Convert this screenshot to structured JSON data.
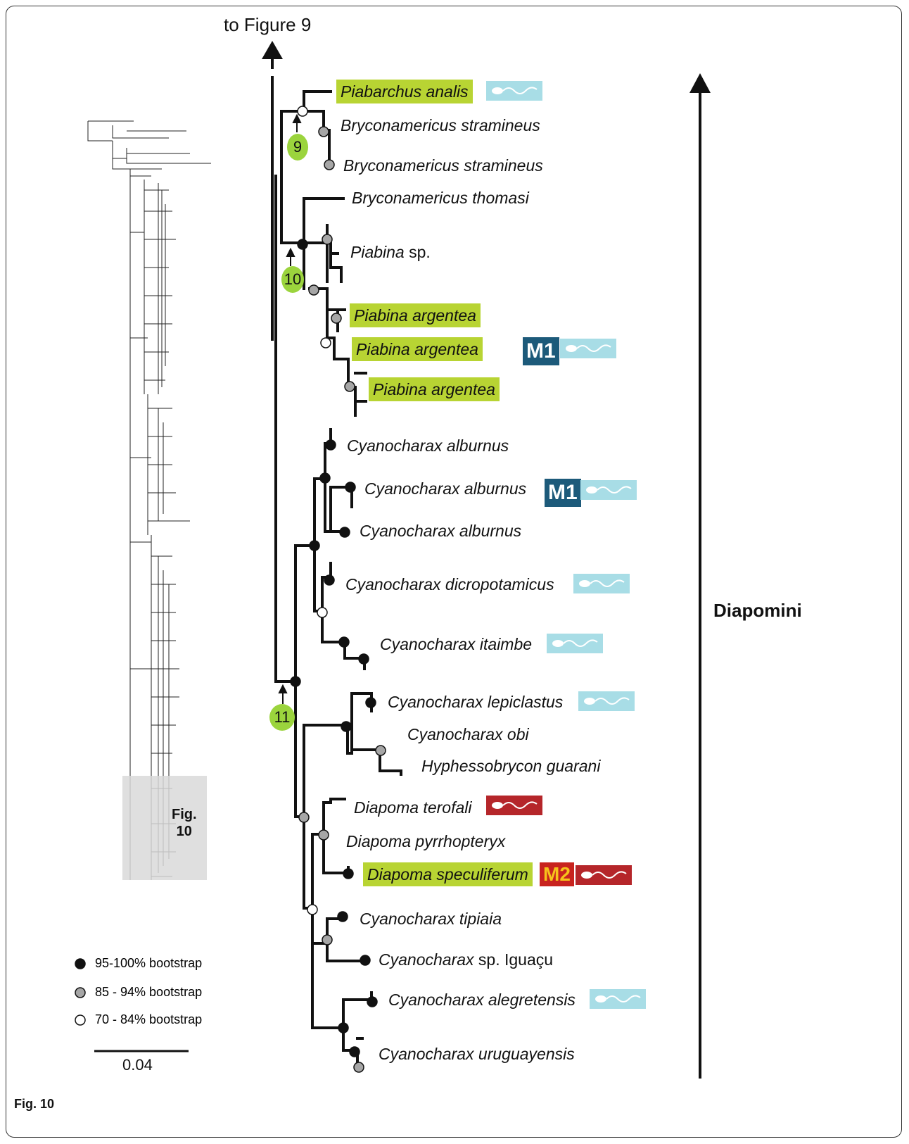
{
  "figure_label": "Fig. 10",
  "arrow_label": "to Figure 9",
  "clade_label": "Diapomini",
  "inset_box_label": "Fig.\n10",
  "scale_label": "0.04",
  "legend": [
    {
      "label": "95-100% bootstrap",
      "color": "#111111"
    },
    {
      "label": "85 - 94% bootstrap",
      "color": "#a6a6a6"
    },
    {
      "label": "70 - 84% bootstrap",
      "color": "#ffffff"
    }
  ],
  "node_numbers": [
    "9",
    "10",
    "11"
  ],
  "taxa": [
    {
      "name": "Piabarchus analis",
      "highlight": true,
      "sperm": "blue"
    },
    {
      "name": "Bryconamericus stramineus"
    },
    {
      "name": "Bryconamericus stramineus"
    },
    {
      "name": "Bryconamericus thomasi"
    },
    {
      "name": "Piabina",
      "qualifier": " sp."
    },
    {
      "name": "Piabina argentea",
      "highlight": true
    },
    {
      "name": "Piabina argentea",
      "highlight": true,
      "marker": "M1",
      "sperm": "blue"
    },
    {
      "name": "Piabina argentea",
      "highlight": true
    },
    {
      "name": "Cyanocharax alburnus"
    },
    {
      "name": "Cyanocharax alburnus",
      "marker": "M1",
      "sperm": "blue"
    },
    {
      "name": "Cyanocharax alburnus"
    },
    {
      "name": "Cyanocharax dicropotamicus",
      "sperm": "blue"
    },
    {
      "name": "Cyanocharax itaimbe",
      "sperm": "blue"
    },
    {
      "name": "Cyanocharax lepiclastus",
      "sperm": "blue"
    },
    {
      "name": "Cyanocharax obi"
    },
    {
      "name": "Hyphessobrycon guarani"
    },
    {
      "name": "Diapoma terofali",
      "sperm": "red"
    },
    {
      "name": "Diapoma pyrrhopteryx"
    },
    {
      "name": "Diapoma speculiferum",
      "highlight": true,
      "marker": "M2",
      "sperm": "red"
    },
    {
      "name": "Cyanocharax tipiaia"
    },
    {
      "name": "Cyanocharax",
      "qualifier": " sp. Iguaçu"
    },
    {
      "name": "Cyanocharax alegretensis",
      "sperm": "blue"
    },
    {
      "name": "Cyanocharax uruguayensis"
    }
  ],
  "colors": {
    "highlight": "#b8d433",
    "sperm_blue": "#a8dde6",
    "sperm_red": "#b5262a",
    "marker_M1": "#1d5a7a",
    "marker_M2": "#c8231e",
    "marker_M2_text": "#f6c21b",
    "node_label": "#9bd43d"
  }
}
